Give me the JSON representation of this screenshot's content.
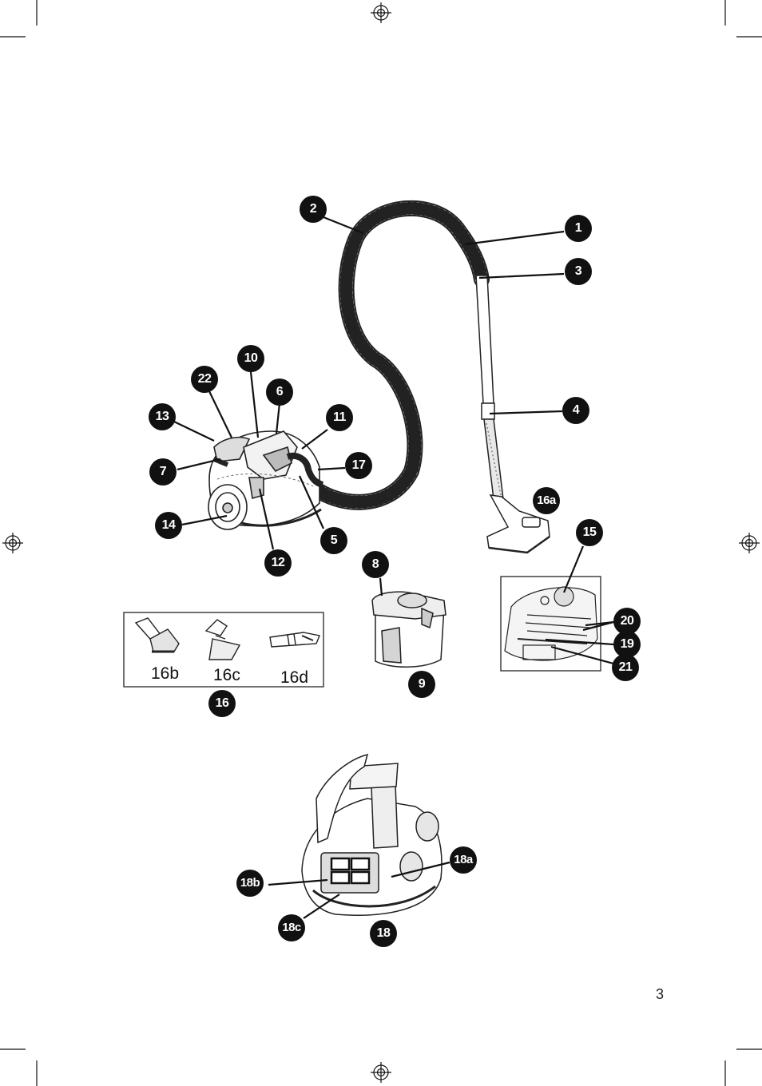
{
  "page_number": "3",
  "callouts": {
    "c1": "1",
    "c2": "2",
    "c3": "3",
    "c4": "4",
    "c5": "5",
    "c6": "6",
    "c7": "7",
    "c8": "8",
    "c9": "9",
    "c10": "10",
    "c11": "11",
    "c12": "12",
    "c13": "13",
    "c14": "14",
    "c15": "15",
    "c16": "16",
    "c16a": "16a",
    "c17": "17",
    "c18": "18",
    "c18a": "18a",
    "c18b": "18b",
    "c18c": "18c",
    "c19": "19",
    "c20": "20",
    "c21": "21",
    "c22": "22"
  },
  "accessories": {
    "label_16b": "16b",
    "label_16c": "16c",
    "label_16d": "16d"
  }
}
